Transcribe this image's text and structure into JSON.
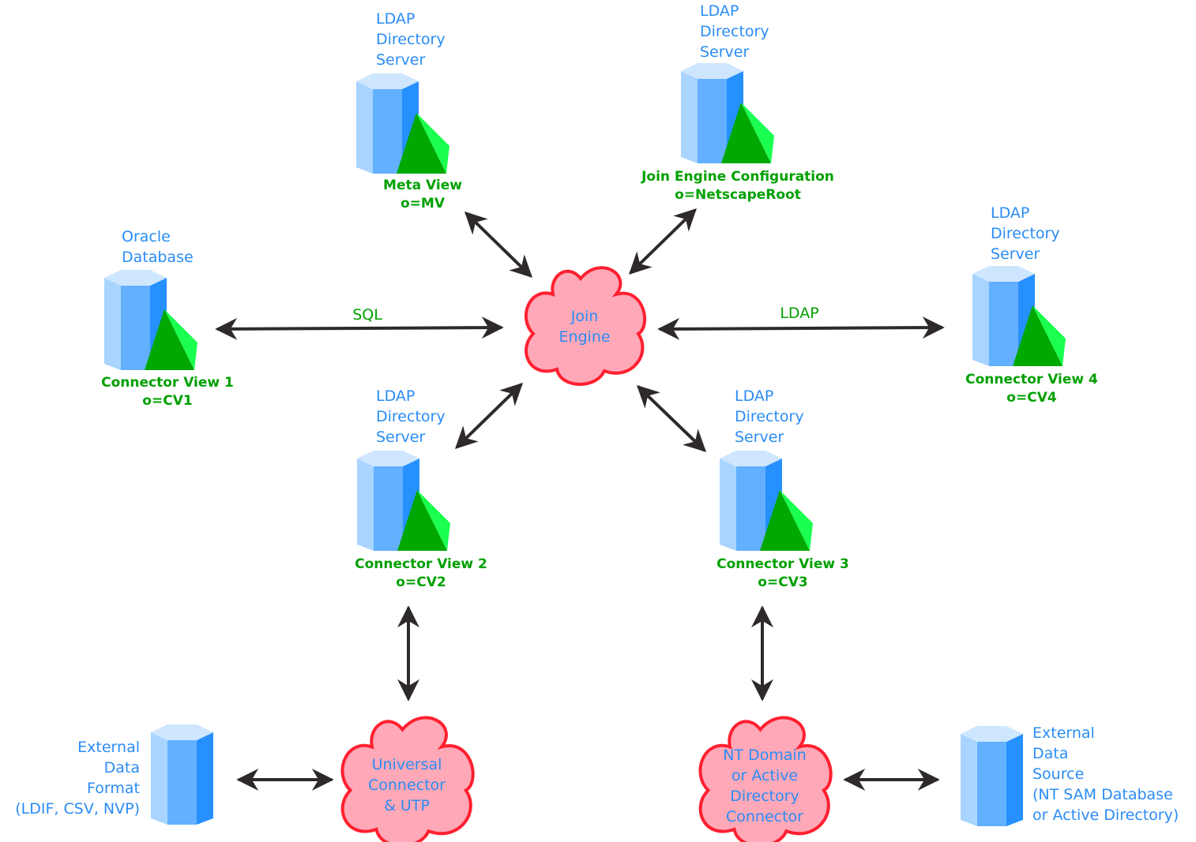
{
  "colors": {
    "label_blue": "#2a8cf5",
    "label_green": "#00a000",
    "cloud_fill": "#ffa8b8",
    "cloud_stroke": "#ff2030",
    "arrow": "#2f2a2a",
    "server_light": "#a8d4ff",
    "server_mid": "#62b0ff",
    "server_dark": "#2690ff",
    "server_top": "#cfe6ff",
    "pyramid_dark": "#00a800",
    "pyramid_light": "#1aff50"
  },
  "servers": [
    {
      "id": "meta-view",
      "title": [
        "LDAP",
        "Directory",
        "Server"
      ],
      "caption": [
        "Meta View",
        "o=MV"
      ],
      "pyramid": true
    },
    {
      "id": "join-engine-config",
      "title": [
        "LDAP",
        "Directory",
        "Server"
      ],
      "caption": [
        "Join Engine Configuration",
        "o=NetscapeRoot"
      ],
      "pyramid": true
    },
    {
      "id": "connector-view-4",
      "title": [
        "LDAP",
        "Directory",
        "Server"
      ],
      "caption": [
        "Connector View 4",
        "o=CV4"
      ],
      "pyramid": true
    },
    {
      "id": "connector-view-1",
      "title": [
        "Oracle",
        "Database"
      ],
      "caption": [
        "Connector View 1",
        "o=CV1"
      ],
      "pyramid": true
    },
    {
      "id": "connector-view-2",
      "title": [
        "LDAP",
        "Directory",
        "Server"
      ],
      "caption": [
        "Connector View 2",
        "o=CV2"
      ],
      "pyramid": true
    },
    {
      "id": "connector-view-3",
      "title": [
        "LDAP",
        "Directory",
        "Server"
      ],
      "caption": [
        "Connector View 3",
        "o=CV3"
      ],
      "pyramid": true
    },
    {
      "id": "external-data-format",
      "title": [
        "External",
        "Data",
        "Format",
        "(LDIF, CSV, NVP)"
      ],
      "caption": [],
      "pyramid": false
    },
    {
      "id": "external-data-source",
      "title": [
        "External",
        "Data",
        "Source",
        "(NT SAM Database",
        "or Active Directory)"
      ],
      "caption": [],
      "pyramid": false
    }
  ],
  "clouds": [
    {
      "id": "join-engine",
      "lines": [
        "Join",
        "Engine"
      ]
    },
    {
      "id": "universal-connector",
      "lines": [
        "Universal",
        "Connector",
        "& UTP"
      ]
    },
    {
      "id": "nt-domain-connector",
      "lines": [
        "NT Domain",
        "or Active",
        "Directory",
        "Connector"
      ]
    }
  ],
  "connection_labels": {
    "sql": "SQL",
    "ldap": "LDAP"
  }
}
